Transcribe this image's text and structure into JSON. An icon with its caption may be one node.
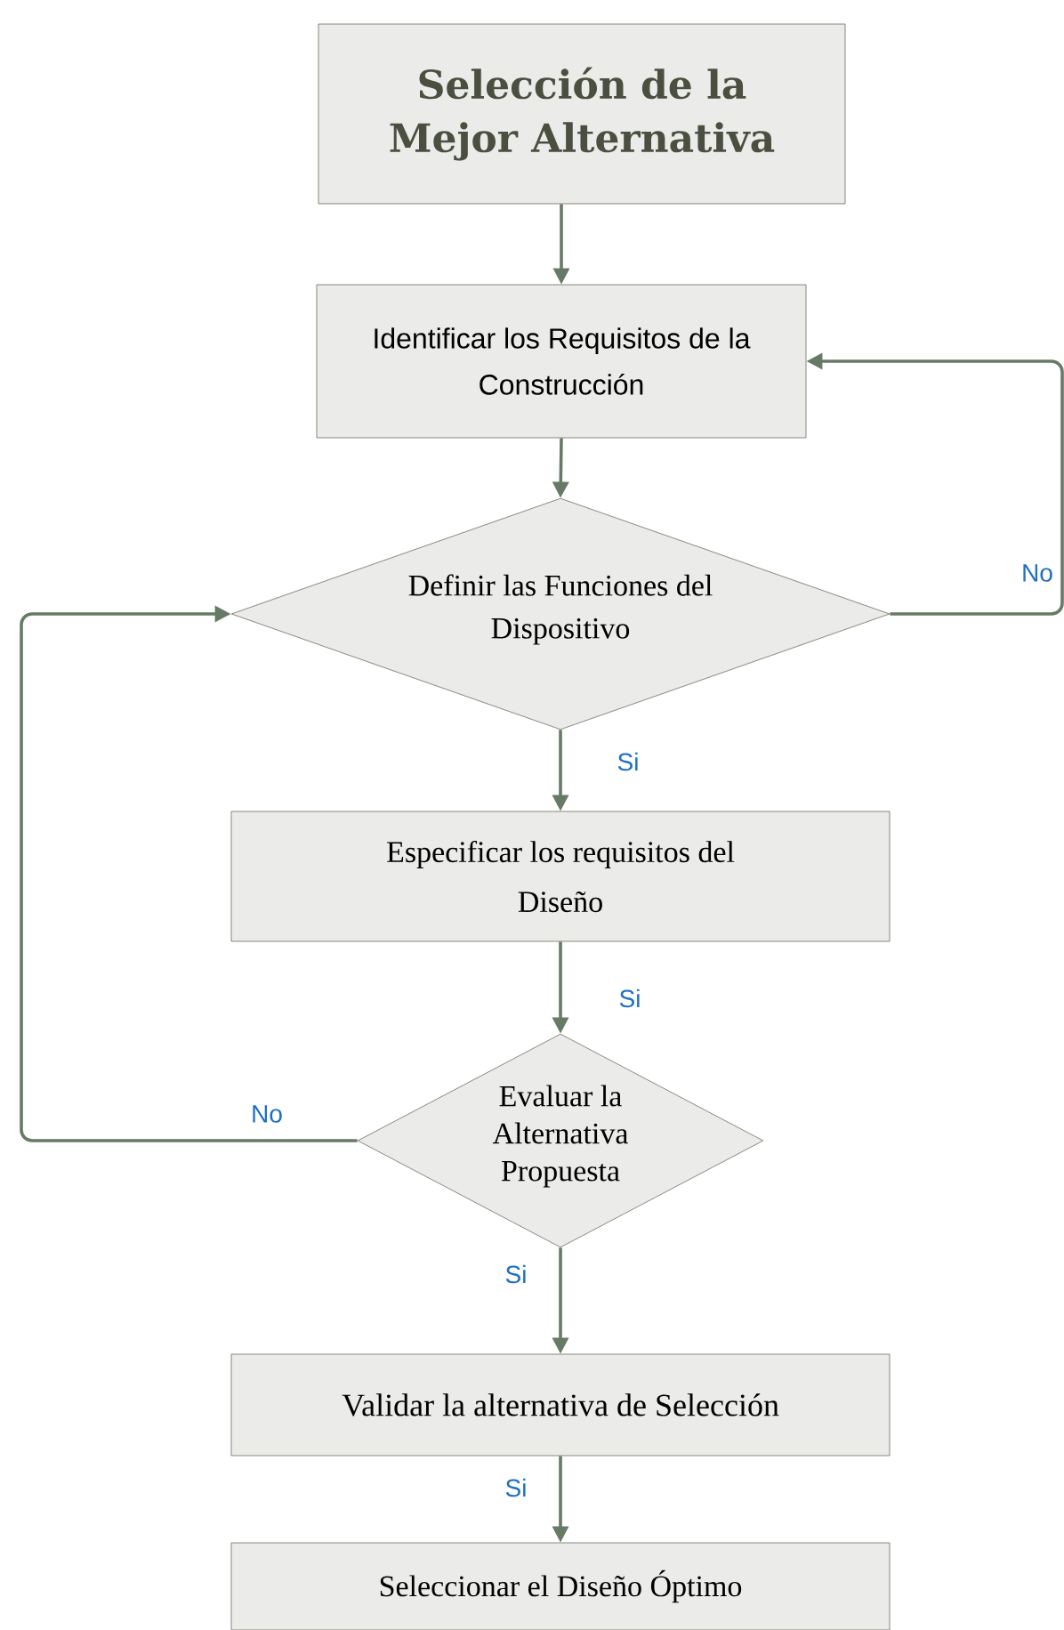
{
  "diagram": {
    "nodes": [
      {
        "text": [
          "Selección de la Mejor Alternativa"
        ]
      },
      {
        "text": [
          "Identificar los Requisitos de la Construcción"
        ]
      },
      {
        "text": [
          "Definir las Funciones del Dispositivo"
        ]
      },
      {
        "text": [
          "Especificar los requisitos del Diseño"
        ]
      },
      {
        "text": [
          "Evaluar la Alternativa Propuesta"
        ]
      },
      {
        "text": [
          "Validar la alternativa de Selección"
        ]
      },
      {
        "text": [
          "Seleccionar el Diseño Óptimo"
        ]
      }
    ],
    "edges": [
      {
        "from": 0,
        "to": 1,
        "arrow": "to"
      },
      {
        "from": 1,
        "to": 2,
        "arrow": "to"
      },
      {
        "from": 2,
        "to": 1,
        "arrow": "to",
        "label": "No"
      },
      {
        "from": 2,
        "to": 3,
        "arrow": "to",
        "label": "Si"
      },
      {
        "from": 3,
        "to": 4,
        "arrow": "to",
        "label": "Si"
      },
      {
        "from": 4,
        "to": 2,
        "arrow": "to",
        "label": "No"
      },
      {
        "from": 4,
        "to": 5,
        "arrow": "to",
        "label": "Si"
      },
      {
        "from": 5,
        "to": 6,
        "arrow": "to",
        "label": "Si"
      }
    ]
  }
}
